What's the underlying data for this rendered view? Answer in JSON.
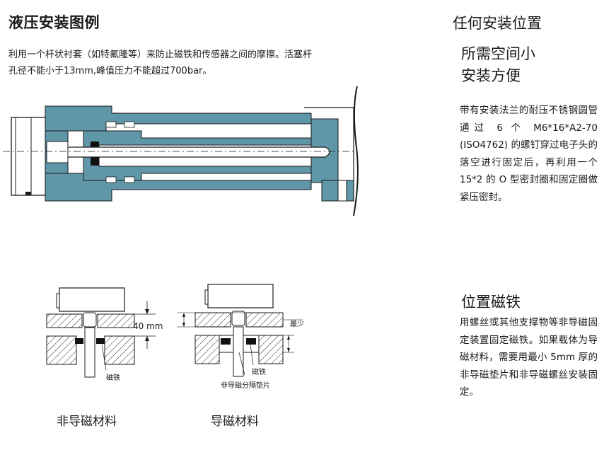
{
  "left": {
    "title": "液压安装图例",
    "description": "利用一个杆状衬套（如特氟隆等）来防止磁铁和传感器之间的摩擦。活塞杆孔径不能小于13mm,峰值压力不能超过700bar。"
  },
  "right": {
    "title": "任何安装位置",
    "subtitle_line1": "所需空间小",
    "subtitle_line2": "安装方便",
    "description": "带有安装法兰的耐压不锈钢圆管通过 6 个 M6*16*A2-70 (ISO4762) 的螺钉穿过电子头的落空进行固定后，再利用一个 15*2 的 O 型密封圈和固定圈做紧压密封。"
  },
  "magnet": {
    "title": "位置磁铁",
    "description": "用螺丝或其他支撑物等非导磁固定装置固定磁铁。如果载体为导磁材料，需要用最小 5mm 厚的非导磁垫片和非导磁螺丝安装固定。"
  },
  "diagrams": {
    "non_magnetic": {
      "dimension_label": "40 mm",
      "magnet_label": "磁铁",
      "caption": "非导磁材料"
    },
    "magnetic": {
      "min_label": "最少",
      "magnet_label": "磁铁",
      "spacer_label": "非导磁分隔垫片",
      "caption": "导磁材料"
    }
  },
  "colors": {
    "cylinder_fill": "#5f96a8",
    "outline": "#1a1a1a",
    "hatch": "#333333"
  }
}
